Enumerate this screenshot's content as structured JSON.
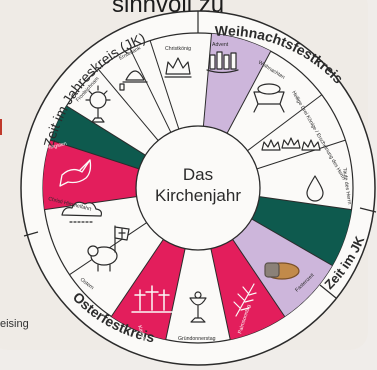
{
  "page": {
    "title_fragment": "sinnvoll zu",
    "caption_fragment": "eising"
  },
  "wheel": {
    "center": "Das Kirchenjahr",
    "center_lines": [
      "Das",
      "Kirchenjahr"
    ],
    "rings": [
      {
        "key": "jk1",
        "label": "Zeit im Jahreskreis (JK)"
      },
      {
        "key": "weih",
        "label": "Weihnachtsfestkreis"
      },
      {
        "key": "jk2",
        "label": "Zeit im JK"
      },
      {
        "key": "oster",
        "label": "Osterfestkreis"
      }
    ],
    "segments": [
      {
        "label": "Christkönig",
        "icon": "crown-icon"
      },
      {
        "label": "Advent",
        "icon": "advent-candles-icon"
      },
      {
        "label": "Weihnachten",
        "icon": "manger-icon"
      },
      {
        "label": "Heilige Drei Könige / Erscheinung des Herrn",
        "icon": "three-crowns-icon"
      },
      {
        "label": "Taufe des Herrn",
        "icon": "water-drop-icon"
      },
      {
        "label": "",
        "icon": ""
      },
      {
        "label": "Fastenzeit",
        "icon": "bread-icon"
      },
      {
        "label": "Palmsonntag",
        "icon": "palm-branch-icon"
      },
      {
        "label": "Gründonnerstag",
        "icon": "chalice-icon"
      },
      {
        "label": "Karfreitag",
        "icon": "three-crosses-icon"
      },
      {
        "label": "Ostern",
        "icon": "lamb-flag-icon"
      },
      {
        "label": "Christi Himmelfahrt",
        "icon": "clouds-icon"
      },
      {
        "label": "Pfingsten",
        "icon": "dove-icon"
      },
      {
        "label": "",
        "icon": ""
      },
      {
        "label": "Fronleichnam",
        "icon": "monstrance-icon"
      },
      {
        "label": "Erntedank",
        "icon": "harvest-icon"
      }
    ],
    "colors": {
      "outer": "#fbfaf8",
      "inner": "#fbfaf8",
      "border": "#2b2b2b",
      "lilac": "#cdb6db",
      "pink": "#e31e5c",
      "teal": "#0e5a4e",
      "center_text": "#2b2b2b"
    }
  }
}
